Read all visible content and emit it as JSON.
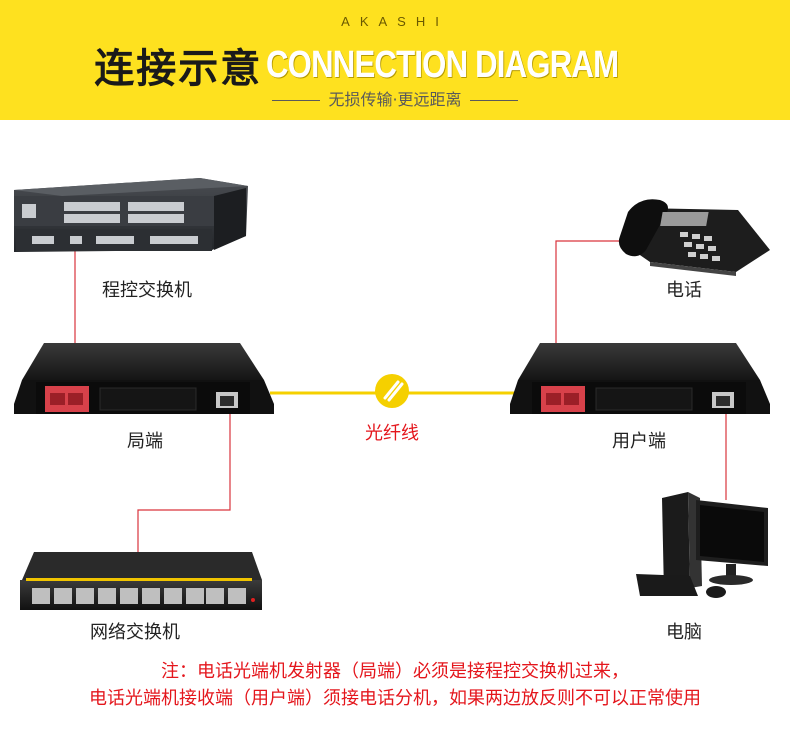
{
  "header": {
    "brand": "AKASHI",
    "title_cn": "连接示意",
    "title_en": "CONNECTION DIAGRAM",
    "subtitle": "无损传输·更远距离"
  },
  "labels": {
    "pbx": "程控交换机",
    "phone": "电话",
    "office_end": "局端",
    "user_end": "用户端",
    "fiber": "光纤线",
    "switch": "网络交换机",
    "computer": "电脑"
  },
  "notes": {
    "line1": "注：电话光端机发射器（局端）必须是接程控交换机过来，",
    "line2": "电话光端机接收端（用户端）须接电话分机，如果两边放反则不可以正常使用"
  },
  "colors": {
    "header_bg": "#fee11f",
    "fiber": "#f5d000",
    "wire": "#d9343c",
    "note": "#e4161c",
    "rj11_port": "#d7414a"
  }
}
